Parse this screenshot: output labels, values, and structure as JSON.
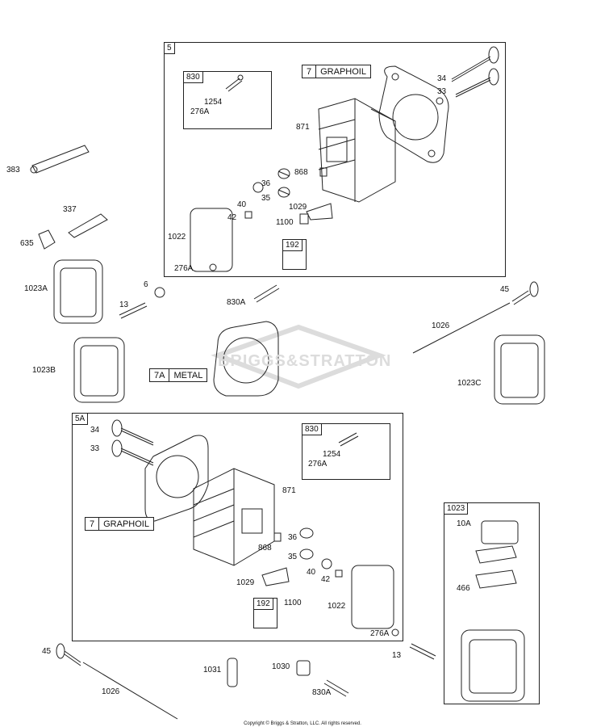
{
  "watermark": "BRIGGS&STRATTON",
  "copyright": "Copyright © Briggs & Stratton, LLC. All rights reserved.",
  "groups": {
    "g5": "5",
    "g5a": "5A",
    "g830_top": "830",
    "g830_bot": "830",
    "g192_top": "192",
    "g192_bot": "192",
    "g1023": "1023"
  },
  "tags": {
    "graphoil_top": {
      "num": "7",
      "text": "GRAPHOIL"
    },
    "graphoil_bot": {
      "num": "7",
      "text": "GRAPHOIL"
    },
    "metal": {
      "num": "7A",
      "text": "METAL"
    }
  },
  "labels": {
    "l34a": "34",
    "l33a": "33",
    "l1254a": "1254",
    "l276a1": "276A",
    "l871a": "871",
    "l868a": "868",
    "l36a": "36",
    "l35a": "35",
    "l40a": "40",
    "l42a": "42",
    "l1029a": "1029",
    "l1100a": "1100",
    "l1022a": "1022",
    "l276a2": "276A",
    "l383": "383",
    "l337": "337",
    "l635": "635",
    "l1023A": "1023A",
    "l6": "6",
    "l13a": "13",
    "l830Aa": "830A",
    "l45a": "45",
    "l1026a": "1026",
    "l1023B": "1023B",
    "l1023C": "1023C",
    "l34b": "34",
    "l33b": "33",
    "l1254b": "1254",
    "l276a3": "276A",
    "l871b": "871",
    "l868b": "868",
    "l36b": "36",
    "l35b": "35",
    "l40b": "40",
    "l42b": "42",
    "l1029b": "1029",
    "l1100b": "1100",
    "l1022b": "1022",
    "l276a4": "276A",
    "l10A": "10A",
    "l466": "466",
    "l45b": "45",
    "l1026b": "1026",
    "l1031": "1031",
    "l1030": "1030",
    "l830Ab": "830A",
    "l13b": "13"
  }
}
